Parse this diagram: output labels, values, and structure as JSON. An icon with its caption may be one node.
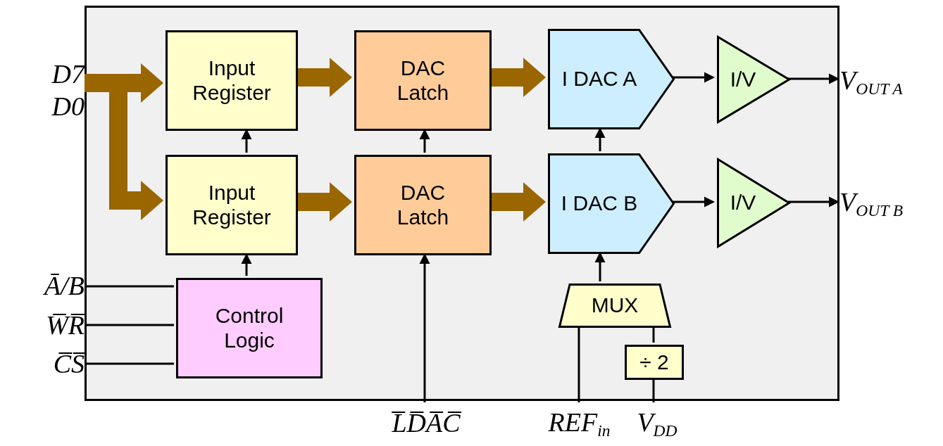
{
  "diagram": {
    "nodes": [
      {
        "text": [],
        "shape": "box"
      },
      {
        "text": [
          "Input Register"
        ],
        "in": 0
      },
      {
        "text": [
          "DAC Latch"
        ],
        "in": 0
      },
      {
        "text": [
          "I DAC A"
        ],
        "in": 0
      },
      {
        "text": [
          "I/V"
        ],
        "in": 0
      },
      {
        "text": [
          "Input Register"
        ],
        "in": 0
      },
      {
        "text": [
          "DAC Latch"
        ],
        "in": 0
      },
      {
        "text": [
          "I DAC B"
        ],
        "in": 0
      },
      {
        "text": [
          "I/V"
        ],
        "in": 0
      },
      {
        "text": [
          "Control Logic"
        ],
        "in": 0
      },
      {
        "text": [
          "MUX"
        ],
        "in": 0
      },
      {
        "text": [
          "÷ 2"
        ],
        "in": 0
      },
      {
        "text": [
          "D7",
          "D0"
        ]
      },
      {
        "text": [
          "V$_{OUT A}$"
        ]
      },
      {
        "text": [
          "V$_{OUT B}$"
        ]
      },
      {
        "text": [
          "Ā/B"
        ]
      },
      {
        "text": [
          "W̅R̅"
        ]
      },
      {
        "text": [
          "C̅S̅"
        ]
      },
      {
        "text": [
          "L̅D̅A̅C̅"
        ]
      },
      {
        "text": [
          "REF$_{in}$"
        ]
      },
      {
        "text": [
          "V$_{DD}$"
        ]
      }
    ],
    "edges": [
      {
        "from": 12,
        "to": 1,
        "arrow": "to",
        "style": "thick",
        "color": "#996600"
      },
      {
        "from": 12,
        "to": 5,
        "arrow": "to",
        "style": "thick",
        "color": "#996600"
      },
      {
        "from": 1,
        "to": 2,
        "arrow": "to",
        "style": "thick",
        "color": "#996600"
      },
      {
        "from": 2,
        "to": 3,
        "arrow": "to",
        "style": "thick",
        "color": "#996600"
      },
      {
        "from": 5,
        "to": 6,
        "arrow": "to",
        "style": "thick",
        "color": "#996600"
      },
      {
        "from": 6,
        "to": 7,
        "arrow": "to",
        "style": "thick",
        "color": "#996600"
      },
      {
        "from": 3,
        "to": 4,
        "arrow": "to"
      },
      {
        "from": 4,
        "to": 13,
        "arrow": "to"
      },
      {
        "from": 7,
        "to": 8,
        "arrow": "to"
      },
      {
        "from": 8,
        "to": 14,
        "arrow": "to"
      },
      {
        "from": 5,
        "to": 1,
        "arrow": "to"
      },
      {
        "from": 6,
        "to": 2,
        "arrow": "to"
      },
      {
        "from": 7,
        "to": 3,
        "arrow": "to"
      },
      {
        "from": 9,
        "to": 5,
        "arrow": "to"
      },
      {
        "from": 18,
        "to": 6,
        "arrow": "to"
      },
      {
        "from": 10,
        "to": 7,
        "arrow": "to"
      },
      {
        "from": 15,
        "to": 9,
        "arrow": "none"
      },
      {
        "from": 16,
        "to": 9,
        "arrow": "none"
      },
      {
        "from": 17,
        "to": 9,
        "arrow": "none"
      },
      {
        "from": 19,
        "to": 10,
        "arrow": "none"
      },
      {
        "from": 11,
        "to": 10,
        "arrow": "none"
      },
      {
        "from": 20,
        "to": 11,
        "arrow": "none"
      }
    ]
  }
}
